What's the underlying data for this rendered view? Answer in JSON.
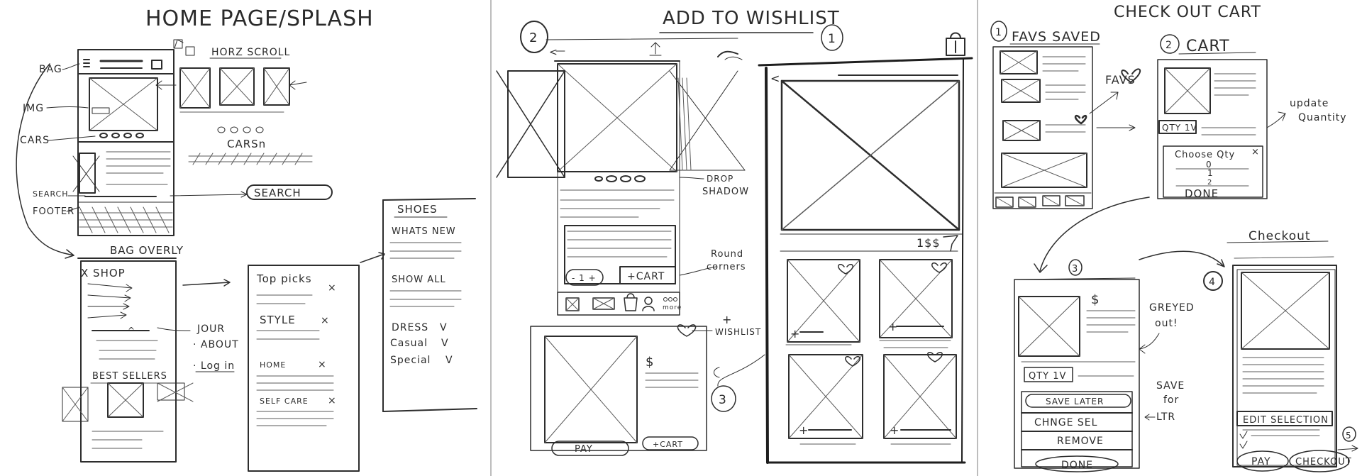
{
  "panels": [
    {
      "title": "HOME PAGE/SPLASH",
      "labels": {
        "bag": "BAG",
        "img": "IMG",
        "cars": "CARS",
        "search": "SEARCH",
        "footer": "FOOTER",
        "horz_scroll": "HORZ SCROLL",
        "cars_n": "CARSn",
        "search_btn": "SEARCH",
        "bag_overly": "BAG OVERLY",
        "shop": "X SHOP",
        "journ": "JOUR",
        "about": "· ABOUT",
        "login": "· Log in",
        "best_sellers": "BEST SELLERS",
        "top_picks": "Top picks",
        "style": "STYLE",
        "home": "HOME",
        "self_care": "SELF CARE",
        "shoes": "SHOES",
        "whats_new": "WHATS NEW",
        "show_all": "SHOW ALL",
        "dress": "DRESS",
        "casual": "Casual",
        "special": "Special",
        "x_mark": "×",
        "chev": "V",
        "chev_up": "^"
      }
    },
    {
      "title": "ADD TO WISHLIST",
      "labels": {
        "n2": "2",
        "n1": "1",
        "n3": "3",
        "drop_shadow_1": "DROP",
        "drop_shadow_2": "SHADOW",
        "qty": "- 1 +",
        "cart_btn": "+CART",
        "more": "more",
        "round_1": "Round",
        "round_2": "corners",
        "plus_wishlist_1": "+",
        "plus_wishlist_2": "WISHLIST",
        "price": "$",
        "pay_btn": "PAY",
        "cart_btn2": "+CART",
        "price2": "1$$"
      }
    },
    {
      "title": "CHECK OUT CART",
      "labels": {
        "n1": "1",
        "favs_saved": "FAVS SAVED",
        "favs": "FAVS",
        "n2": "2",
        "cart": "CART",
        "qty1v": "QTY 1V",
        "update_1": "update",
        "update_2": "Quantity",
        "choose_qty": "Choose Qty",
        "q0": "0",
        "q1": "1",
        "q2": "2",
        "done": "DONE",
        "n3": "3",
        "price": "$",
        "grayed_1": "GREYED",
        "grayed_2": "out!",
        "qty1v_2": "QTY 1V",
        "save_later": "SAVE LATER",
        "change_sel": "CHNGE SEL",
        "remove": "REMOVE",
        "done2": "DONE",
        "save_for_later_1": "SAVE",
        "save_for_later_2": "for",
        "save_for_later_3": "LTR",
        "checkout_title": "Checkout",
        "n4": "4",
        "edit_sel": "EDIT SELECTION",
        "pay": "PAY",
        "checkout_btn": "CHECKOUT",
        "n5": "5"
      }
    }
  ]
}
